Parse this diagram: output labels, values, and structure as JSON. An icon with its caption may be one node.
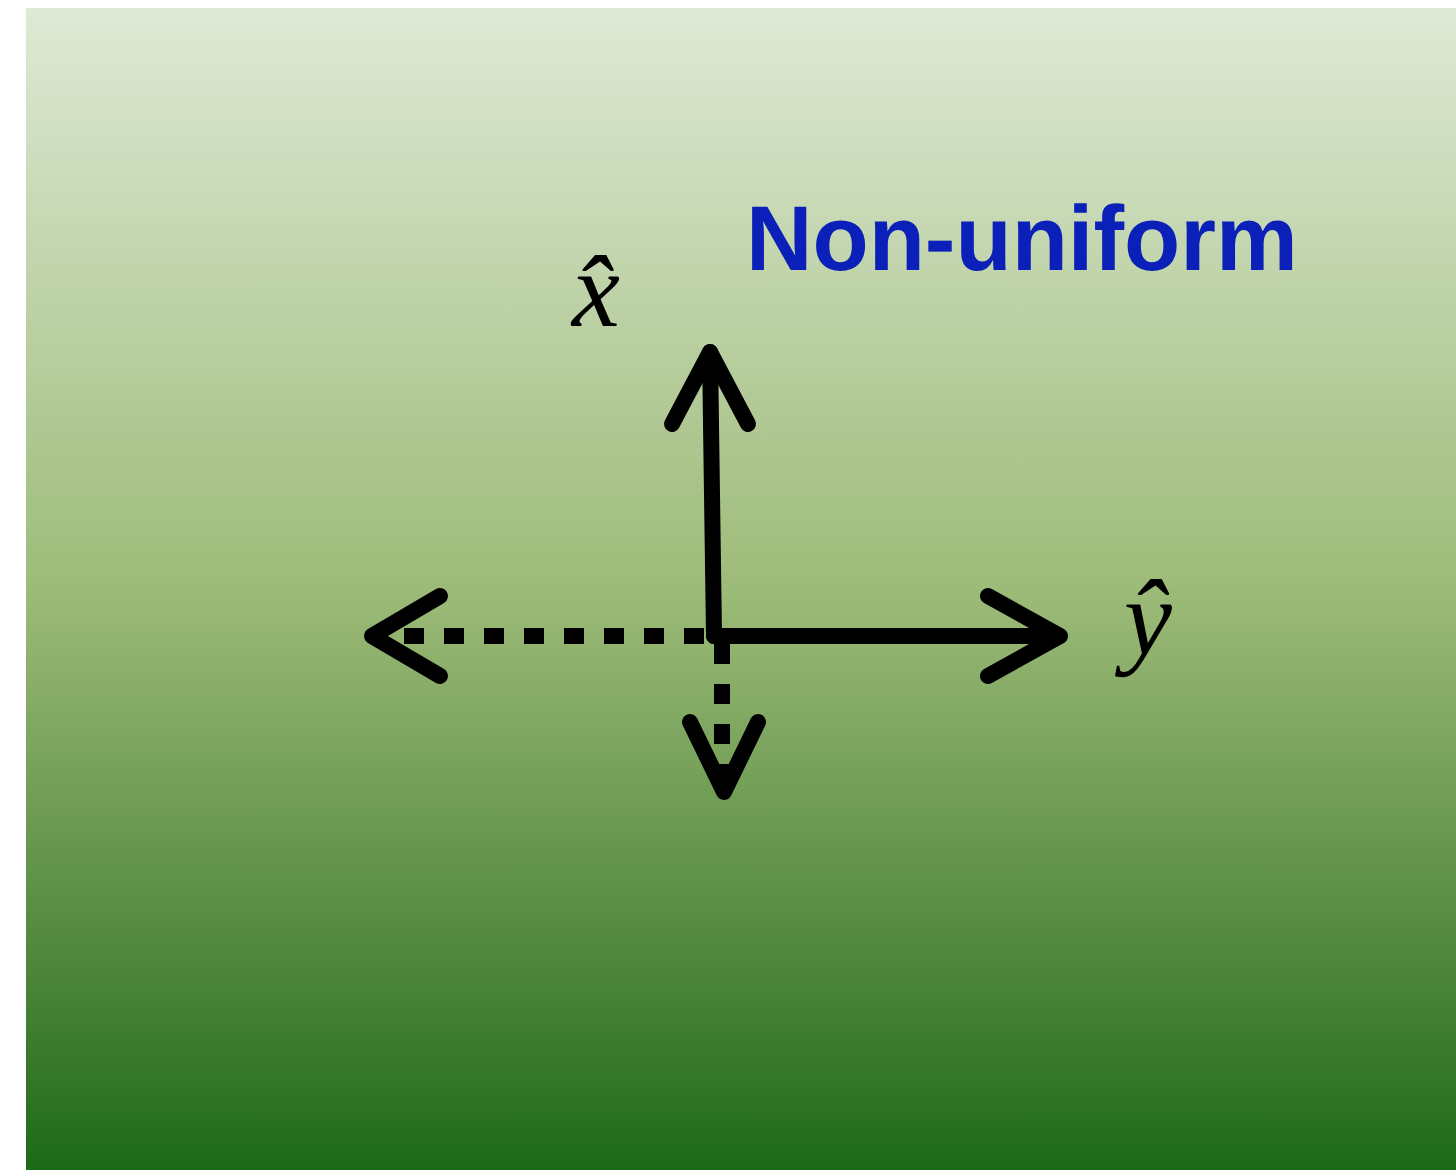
{
  "diagram": {
    "labels": [
      "Non-uniform",
      "x̂",
      "ŷ"
    ]
  }
}
